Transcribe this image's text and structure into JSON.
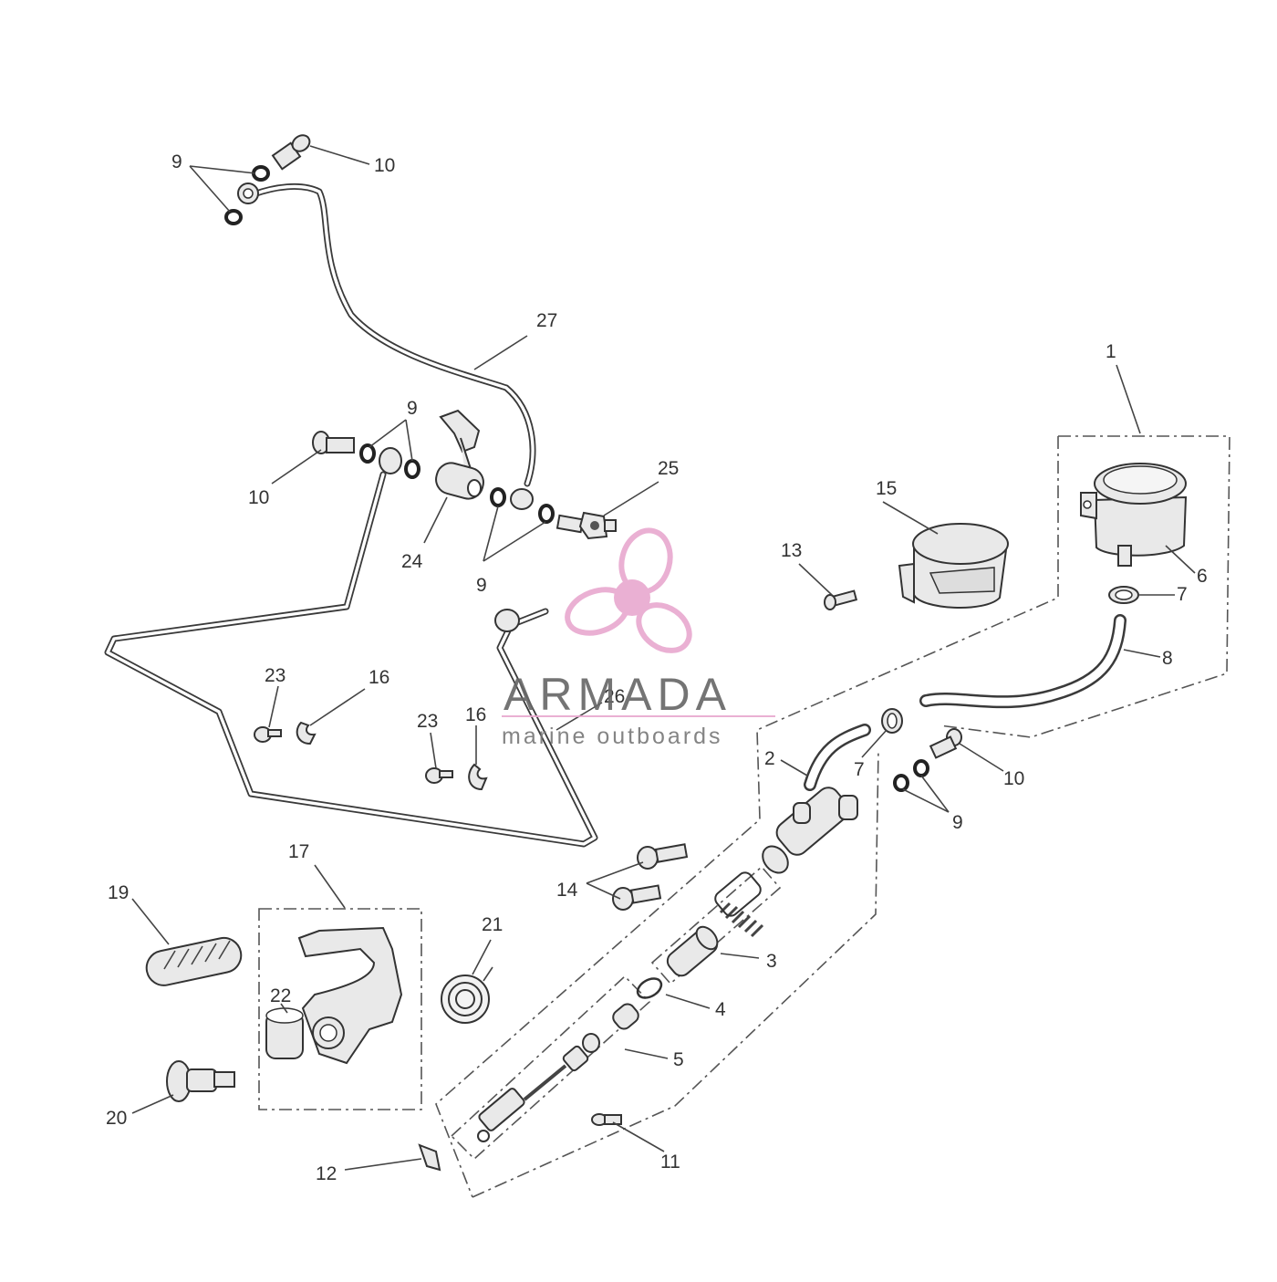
{
  "diagram": {
    "callouts": [
      {
        "id": "c-9a",
        "text": "9"
      },
      {
        "id": "c-10a",
        "text": "10"
      },
      {
        "id": "c-27",
        "text": "27"
      },
      {
        "id": "c-9b",
        "text": "9"
      },
      {
        "id": "c-10b",
        "text": "10"
      },
      {
        "id": "c-24",
        "text": "24"
      },
      {
        "id": "c-9c",
        "text": "9"
      },
      {
        "id": "c-25",
        "text": "25"
      },
      {
        "id": "c-1",
        "text": "1"
      },
      {
        "id": "c-15",
        "text": "15"
      },
      {
        "id": "c-13",
        "text": "13"
      },
      {
        "id": "c-6",
        "text": "6"
      },
      {
        "id": "c-7a",
        "text": "7"
      },
      {
        "id": "c-8",
        "text": "8"
      },
      {
        "id": "c-23a",
        "text": "23"
      },
      {
        "id": "c-16a",
        "text": "16"
      },
      {
        "id": "c-23b",
        "text": "23"
      },
      {
        "id": "c-16b",
        "text": "16"
      },
      {
        "id": "c-26",
        "text": "26"
      },
      {
        "id": "c-2",
        "text": "2"
      },
      {
        "id": "c-7b",
        "text": "7"
      },
      {
        "id": "c-10c",
        "text": "10"
      },
      {
        "id": "c-9d",
        "text": "9"
      },
      {
        "id": "c-14",
        "text": "14"
      },
      {
        "id": "c-17",
        "text": "17"
      },
      {
        "id": "c-19",
        "text": "19"
      },
      {
        "id": "c-21",
        "text": "21"
      },
      {
        "id": "c-3",
        "text": "3"
      },
      {
        "id": "c-22",
        "text": "22"
      },
      {
        "id": "c-4",
        "text": "4"
      },
      {
        "id": "c-5",
        "text": "5"
      },
      {
        "id": "c-20",
        "text": "20"
      },
      {
        "id": "c-11",
        "text": "11"
      },
      {
        "id": "c-12",
        "text": "12"
      }
    ]
  },
  "watermark": {
    "brand": "ARMADA",
    "tagline": "marine outboards",
    "brand_color": "#e8a8cf",
    "text_color": "#666666"
  }
}
